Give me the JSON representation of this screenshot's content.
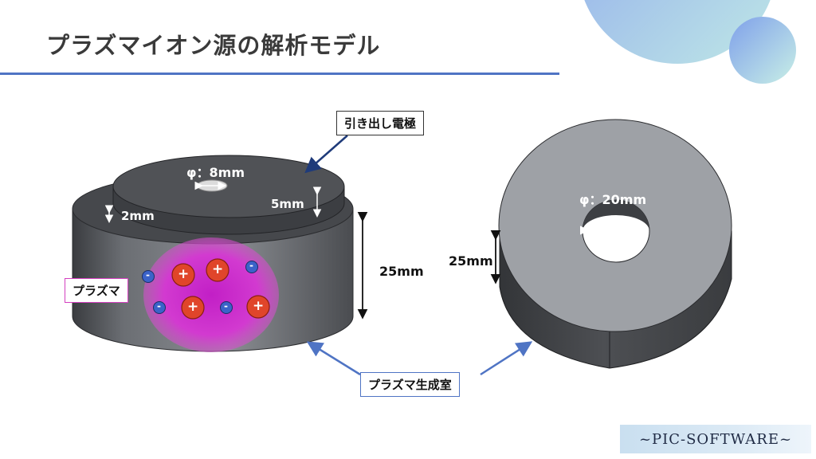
{
  "title": "プラズマイオン源の解析モデル",
  "labels": {
    "electrode": "引き出し電極",
    "plasma": "プラズマ",
    "chamber": "プラズマ生成室",
    "dia_left": "φ：8mm",
    "dia_right": "φ：20mm",
    "h_electrode": "5mm",
    "h_step": "2mm",
    "h_chamber_left": "25mm",
    "h_chamber_right": "25mm",
    "plus": "+",
    "minus": "-"
  },
  "brand": "~PIC-SOFTWARE~",
  "colors": {
    "accent": "#4f74c4",
    "plasma": "#d32fd3",
    "positive_ion": "#e0452a",
    "electron": "#3b63c9",
    "arrow": "#1f3b7a"
  }
}
